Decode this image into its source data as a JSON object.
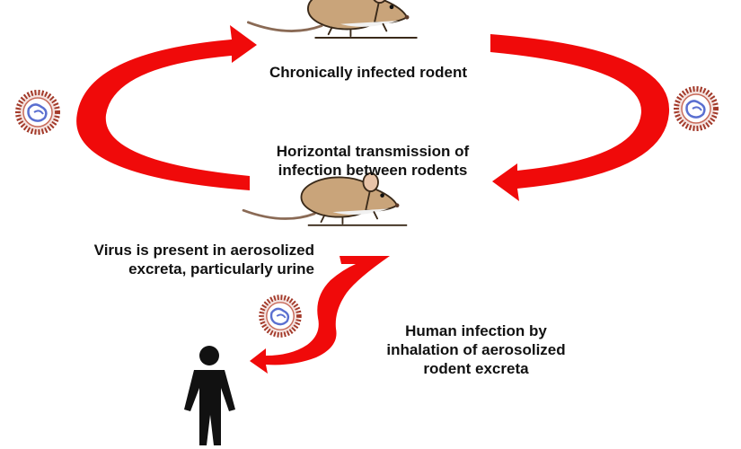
{
  "labels": {
    "chronic": "Chronically infected rodent",
    "horizontal_line1": "Horizontal transmission of",
    "horizontal_line2": "infection between rodents",
    "virus_line1": "Virus is present in aerosolized",
    "virus_line2": "excreta, particularly urine",
    "human_line1": "Human infection by",
    "human_line2": "inhalation of aerosolized",
    "human_line3": "rodent excreta"
  },
  "icons": {
    "rodent": "rodent-icon",
    "virus": "virus-particle-icon",
    "human": "human-figure-icon",
    "arrow": "curved-arrow"
  },
  "colors": {
    "arrow": "#f00a0a",
    "rodent_fur": "#c9a47a",
    "rodent_outline": "#3a2a1a",
    "virus_ring": "#a33a2a",
    "virus_core": "#5a6fd0",
    "human": "#111111",
    "text": "#111111"
  }
}
